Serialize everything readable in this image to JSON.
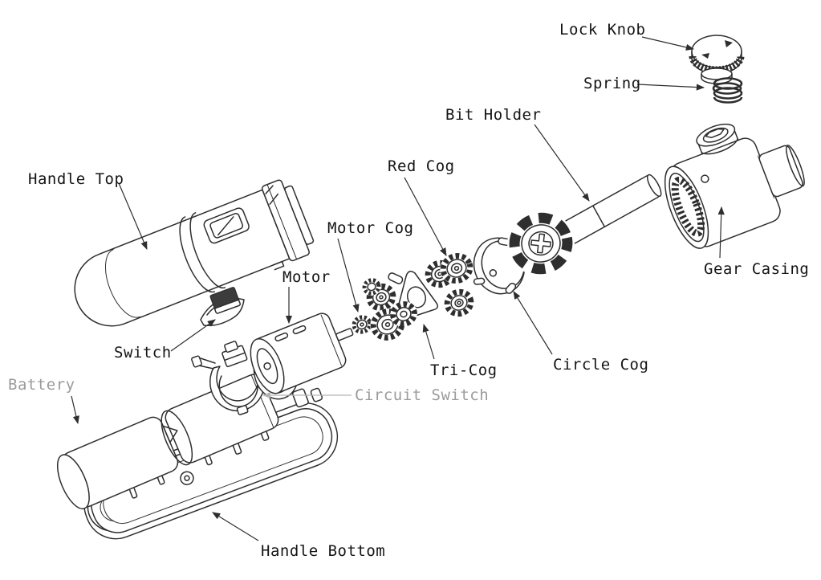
{
  "diagram": {
    "kind": "exploded-parts-diagram",
    "background_color": "#ffffff",
    "line_color": "#2e2e2e",
    "label_color": "#151515",
    "muted_label_color": "#9b9b9b"
  },
  "labels": [
    {
      "id": "handle-top",
      "text": "Handle Top",
      "muted": false
    },
    {
      "id": "lock-knob",
      "text": "Lock Knob",
      "muted": false
    },
    {
      "id": "spring",
      "text": "Spring",
      "muted": false
    },
    {
      "id": "bit-holder",
      "text": "Bit Holder",
      "muted": false
    },
    {
      "id": "red-cog",
      "text": "Red Cog",
      "muted": false
    },
    {
      "id": "motor-cog",
      "text": "Motor Cog",
      "muted": false
    },
    {
      "id": "motor",
      "text": "Motor",
      "muted": false
    },
    {
      "id": "switch",
      "text": "Switch",
      "muted": false
    },
    {
      "id": "battery",
      "text": "Battery",
      "muted": true
    },
    {
      "id": "circuit-switch",
      "text": "Circuit Switch",
      "muted": true
    },
    {
      "id": "tri-cog",
      "text": "Tri-Cog",
      "muted": false
    },
    {
      "id": "circle-cog",
      "text": "Circle Cog",
      "muted": false
    },
    {
      "id": "gear-casing",
      "text": "Gear Casing",
      "muted": false
    },
    {
      "id": "handle-bottom",
      "text": "Handle Bottom",
      "muted": false
    }
  ]
}
